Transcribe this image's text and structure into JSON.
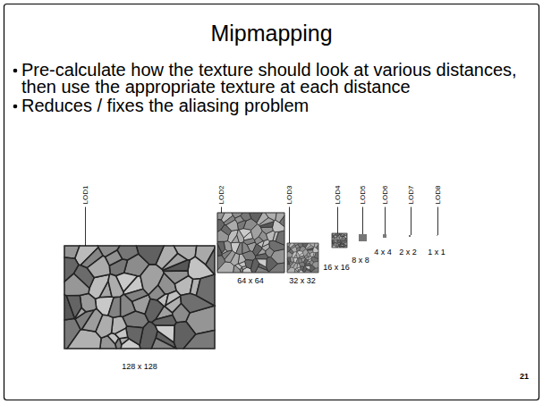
{
  "diagram": {
    "title": "Mipmapping",
    "labels": [
      "Pre-calculate how the texture should look at various distances, then use the appropriate texture at each distance",
      "Reduces / fixes the aliasing problem",
      "LOD1",
      "LOD2",
      "LOD3",
      "LOD4",
      "LOD5",
      "LOD6",
      "LOD7",
      "LOD8",
      "128 x 128",
      "64 x 64",
      "32 x 32",
      "16 x 16",
      "8 x 8",
      "4 x 4",
      "2 x 2",
      "1 x 1",
      "21"
    ]
  }
}
